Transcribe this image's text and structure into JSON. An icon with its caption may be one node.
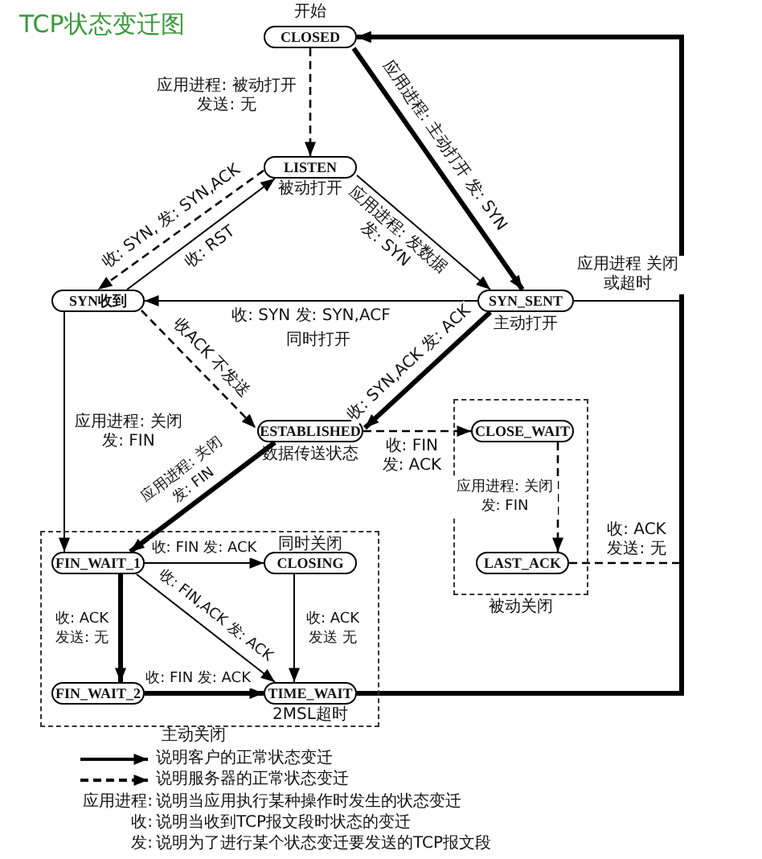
{
  "diagram": {
    "title": "TCP状态变迁图",
    "nodes": [
      {
        "text": [
          "CLOSED"
        ],
        "beside": [
          "开始"
        ]
      },
      {
        "text": [
          "LISTEN"
        ],
        "beside": [
          "被动打开"
        ]
      },
      {
        "text": [
          "SYN收到"
        ]
      },
      {
        "text": [
          "SYN_SENT"
        ],
        "beside": [
          "主动打开"
        ]
      },
      {
        "text": [
          "ESTABLISHED"
        ],
        "beside": [
          "数据传送状态"
        ]
      },
      {
        "text": [
          "被动关闭"
        ]
      },
      {
        "text": [
          "CLOSE_WAIT"
        ],
        "in": 5
      },
      {
        "text": [
          "LAST_ACK"
        ],
        "in": 5
      },
      {
        "text": [
          "主动关闭"
        ]
      },
      {
        "text": [
          "FIN_WAIT_1"
        ],
        "in": 8
      },
      {
        "text": [
          "CLOSING"
        ],
        "in": 8,
        "beside": [
          "同时关闭"
        ]
      },
      {
        "text": [
          "FIN_WAIT_2"
        ],
        "in": 8
      },
      {
        "text": [
          "TIME_WAIT"
        ],
        "in": 8,
        "beside": [
          "2MSL超时"
        ]
      }
    ],
    "edges": [
      {
        "from": 0,
        "to": 1,
        "arrow": "to",
        "style": "dashed",
        "label": "应用进程: 被动打开发送: 无"
      },
      {
        "from": 0,
        "to": 3,
        "arrow": "to",
        "style": "thick",
        "label": "应用进程: 主动打开 发: SYN"
      },
      {
        "from": 1,
        "to": 3,
        "arrow": "to",
        "label": "应用进程: 发数据发: SYN"
      },
      {
        "from": 1,
        "to": 2,
        "arrow": "to",
        "style": "dashed",
        "label": "收: SYN, 发: SYN,ACK"
      },
      {
        "from": 2,
        "to": 1,
        "arrow": "to",
        "label": "收: RST"
      },
      {
        "from": 3,
        "to": 2,
        "arrow": "to",
        "label": "收: SYN 发: SYN,ACF"
      },
      {
        "from": 2,
        "to": 4,
        "arrow": "to",
        "style": "dashed",
        "label": "收ACK 不发送"
      },
      {
        "from": 3,
        "to": 4,
        "arrow": "to",
        "style": "thick",
        "label": "收: SYN,ACK 发: ACK"
      },
      {
        "from": 4,
        "to": 6,
        "arrow": "to",
        "style": "dashed",
        "label": "收: FIN 发: ACK"
      },
      {
        "from": 6,
        "to": 7,
        "arrow": "to",
        "style": "dashed",
        "label": "应用进程: 关闭发: FIN"
      },
      {
        "from": 7,
        "to": 0,
        "arrow": "to",
        "style": "dashed",
        "label": "收: ACK 发送: 无"
      },
      {
        "from": 2,
        "to": 9,
        "arrow": "to",
        "label": "应用进程: 关闭发: FIN"
      },
      {
        "from": 4,
        "to": 9,
        "arrow": "to",
        "style": "thick",
        "label": "应用进程: 关闭发: FIN"
      },
      {
        "from": 9,
        "to": 10,
        "arrow": "to",
        "label": "收: FIN 发: ACK"
      },
      {
        "from": 9,
        "to": 11,
        "arrow": "to",
        "style": "thick",
        "label": "收: ACK 发送: 无"
      },
      {
        "from": 9,
        "to": 12,
        "arrow": "to",
        "label": "收: FIN,ACK 发: ACK"
      },
      {
        "from": 10,
        "to": 12,
        "arrow": "to",
        "label": "收: ACK 发送 无"
      },
      {
        "from": 11,
        "to": 12,
        "arrow": "to",
        "style": "thick",
        "label": "收: FIN 发: ACK"
      },
      {
        "from": 12,
        "to": 0,
        "arrow": "to",
        "style": "thick"
      },
      {
        "from": 3,
        "to": 0,
        "arrow": "to",
        "label": "应用进程 关闭或超时"
      }
    ],
    "labels": [
      "同时打开",
      "应用进程:",
      "说明当应用执行某种操作时发生的状态变迁",
      "收:",
      "说明当收到TCP报文段时状态的变迁",
      "发:",
      "说明为了进行某个状态变迁要发送的TCP报文段"
    ],
    "legend": [
      {
        "text": "说明客户的正常状态变迁"
      },
      {
        "text": "说明服务器的正常状态变迁"
      }
    ]
  }
}
